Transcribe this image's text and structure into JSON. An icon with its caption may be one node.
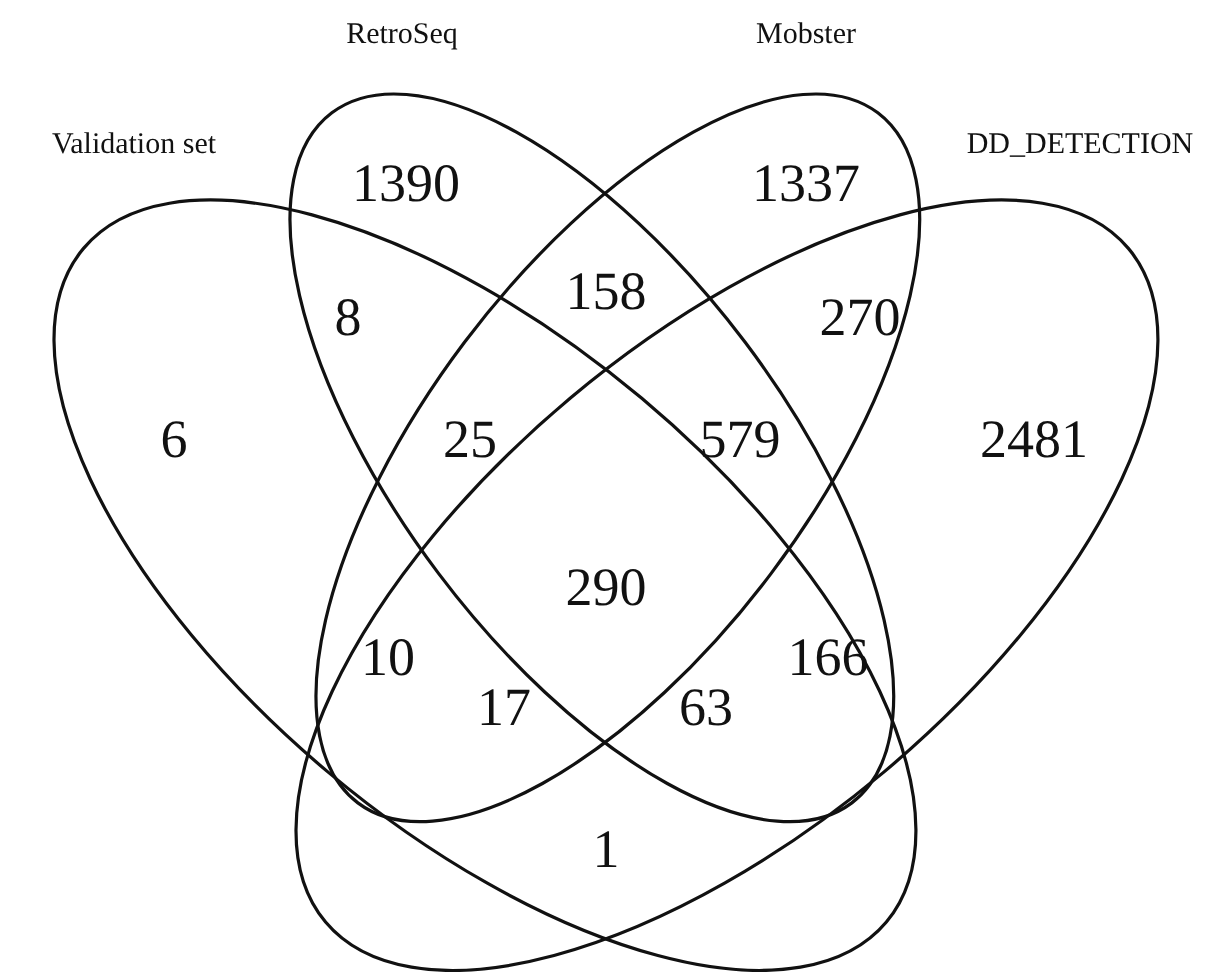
{
  "diagram": {
    "nodes": [
      {
        "text": [
          "Validation set"
        ]
      },
      {
        "text": [
          "RetroSeq"
        ]
      },
      {
        "text": [
          "Mobster"
        ]
      },
      {
        "text": [
          "DD_DETECTION"
        ]
      }
    ],
    "labels": [
      "1390",
      "1337",
      "158",
      "8",
      "270",
      "6",
      "25",
      "579",
      "2481",
      "290",
      "10",
      "166",
      "17",
      "63",
      "1"
    ]
  }
}
